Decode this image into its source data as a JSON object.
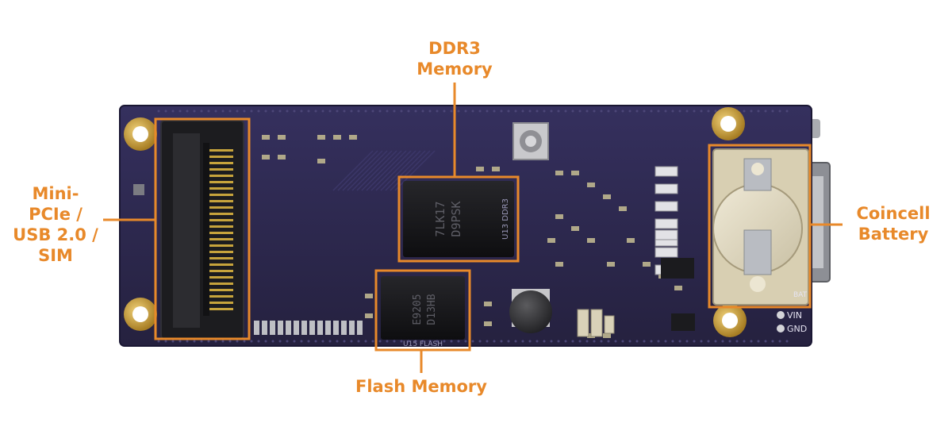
{
  "callouts": {
    "ddr3": [
      "DDR3",
      "Memory"
    ],
    "minipcie": [
      "Mini-",
      "PCIe /",
      "USB 2.0 /",
      "SIM"
    ],
    "coincell": [
      "Coincell",
      "Battery"
    ],
    "flash": [
      "Flash Memory"
    ]
  },
  "board_markings": {
    "ddr3_chip": [
      "7LK17",
      "D9PSK"
    ],
    "flash_chip": [
      "E9205",
      "D13HB"
    ],
    "ddr_silk": "U13 DDR3",
    "flash_silk": "U15 FLASH",
    "vin": "VIN",
    "gnd": "GND",
    "bat": "BAT"
  },
  "colors": {
    "accent": "#E8892A",
    "pcb": "#2B2750",
    "pcb_dark": "#1E1B3C",
    "gold": "#C9A23A",
    "chip": "#18181B"
  }
}
